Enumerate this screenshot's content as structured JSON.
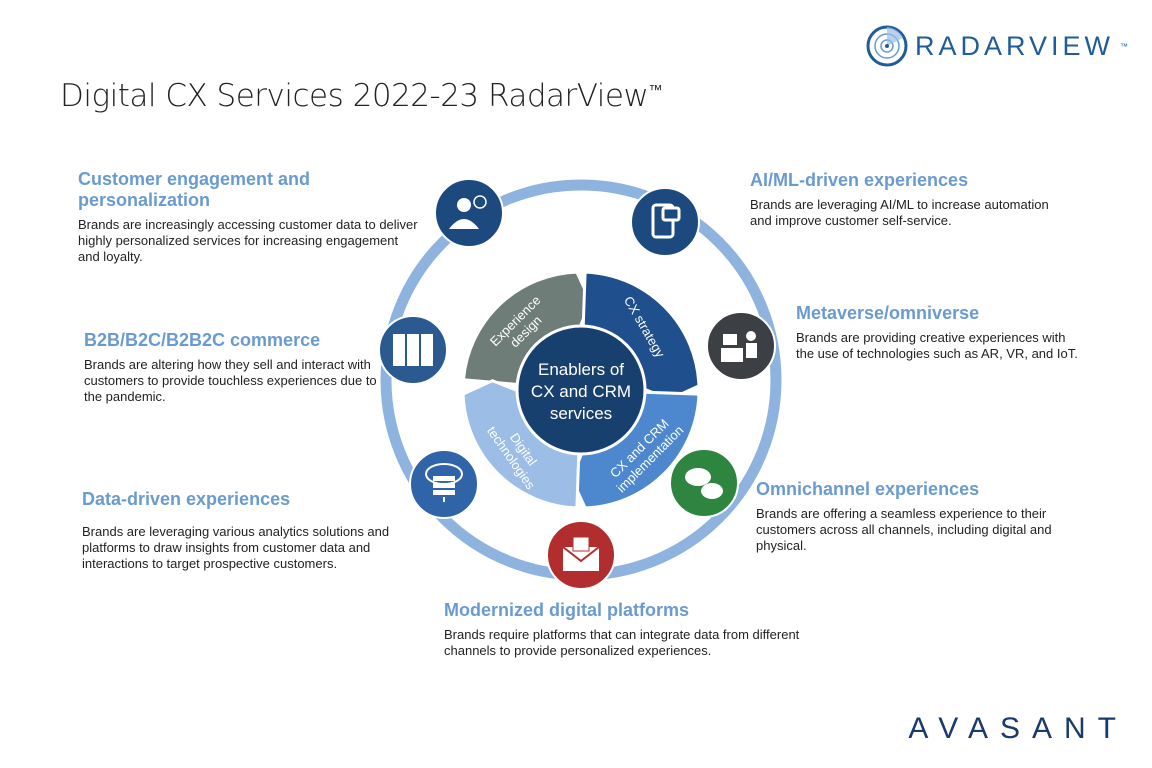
{
  "title": "Digital CX Services 2022-23 RadarView",
  "title_tm": "™",
  "logo": {
    "text": "RADARVIEW",
    "tm": "™"
  },
  "footer_logo": "AVASANT",
  "center": {
    "lines": [
      "Enablers of",
      "CX and CRM",
      "services"
    ]
  },
  "segments": [
    {
      "label": [
        "Experience",
        "design"
      ],
      "color": "#6f7d79"
    },
    {
      "label": [
        "CX strategy"
      ],
      "color": "#1f4f8c"
    },
    {
      "label": [
        "CX and CRM",
        "implementation"
      ],
      "color": "#4d88cf"
    },
    {
      "label": [
        "Digital",
        "technologies"
      ],
      "color": "#9bbde6"
    }
  ],
  "colors": {
    "ring": "#8db3de",
    "center": "#17406f",
    "heading": "#6a9bd0"
  },
  "blocks": [
    {
      "id": "customer-engagement",
      "heading": "Customer engagement and personalization",
      "text": "Brands are increasingly accessing customer data to deliver highly personalized services for increasing engagement and loyalty.",
      "icon": "person-analytics-icon",
      "icon_color": "#1d4a7e"
    },
    {
      "id": "ai-ml",
      "heading": "AI/ML-driven experiences",
      "text": "Brands are leveraging AI/ML to increase automation and improve customer self-service.",
      "icon": "tablet-chat-icon",
      "icon_color": "#1d4a7e"
    },
    {
      "id": "metaverse",
      "heading": "Metaverse/omniverse",
      "text": "Brands are providing creative experiences with the use of technologies such as AR, VR, and IoT.",
      "icon": "workstation-icon",
      "icon_color": "#3c3f43"
    },
    {
      "id": "omnichannel",
      "heading": "Omnichannel experiences",
      "text": "Brands are offering a seamless experience to their customers across all channels, including digital and physical.",
      "icon": "chat-bubbles-icon",
      "icon_color": "#2e8540"
    },
    {
      "id": "modernized",
      "heading": "Modernized digital platforms",
      "text": "Brands require platforms that can integrate data from different channels to provide personalized experiences.",
      "icon": "envelope-icon",
      "icon_color": "#b22e2e"
    },
    {
      "id": "data-driven",
      "heading": "Data-driven experiences",
      "text": "Brands are leveraging various analytics solutions and platforms to draw insights from customer data and interactions to target prospective customers.",
      "icon": "cloud-server-icon",
      "icon_color": "#2f64a8"
    },
    {
      "id": "commerce",
      "heading": "B2B/B2C/B2B2C commerce",
      "text": "Brands are altering how they sell and interact with customers to provide touchless experiences due to the pandemic.",
      "icon": "server-rack-icon",
      "icon_color": "#2a5a90"
    }
  ]
}
